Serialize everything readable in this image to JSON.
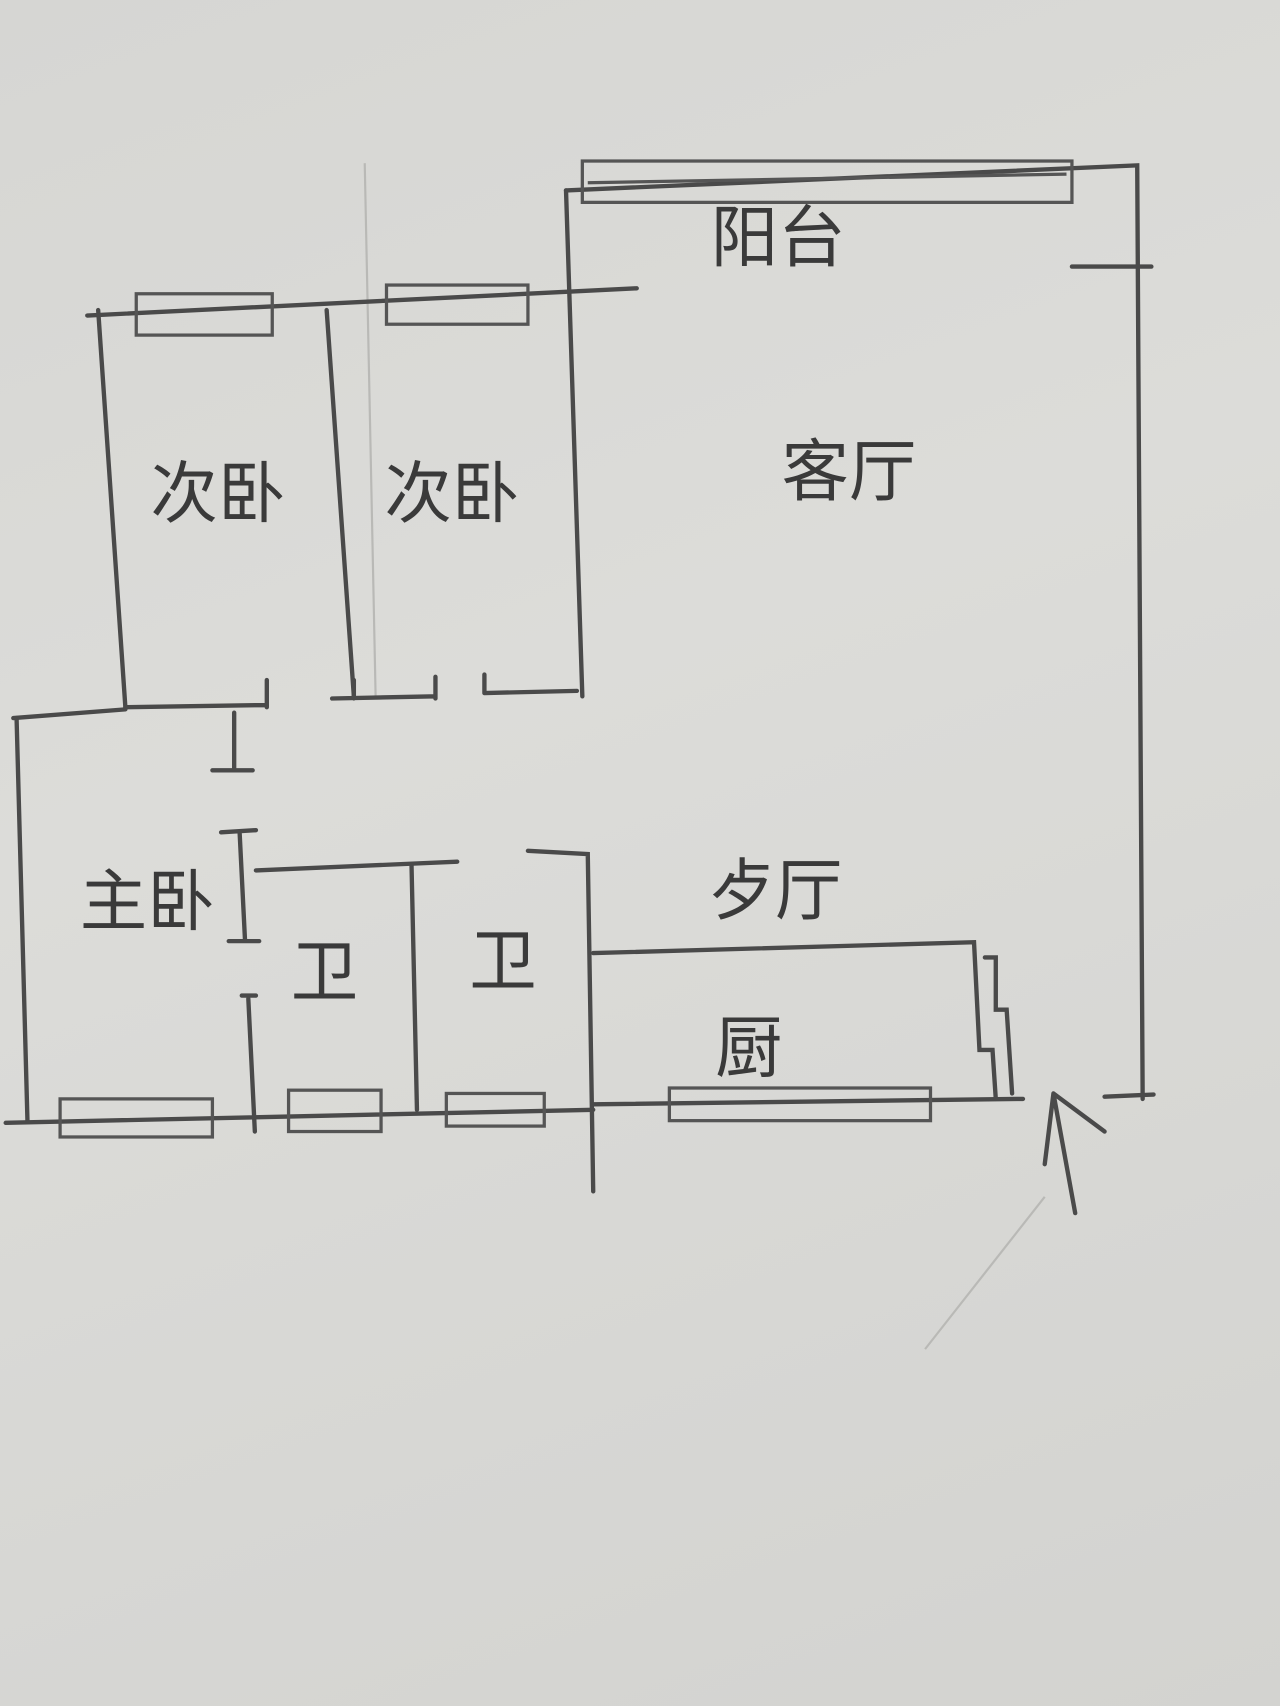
{
  "title": "Hand-drawn apartment floor plan",
  "rooms": {
    "balcony": "阳台",
    "living_room": "客厅",
    "second_bedroom_1": "次卧",
    "second_bedroom_2": "次卧",
    "master_bedroom": "主卧",
    "bathroom_1": "卫",
    "bathroom_2": "卫",
    "dining_room": "歺厅",
    "kitchen": "厨"
  },
  "colors": {
    "paper": "#d8d8d5",
    "pencil": "#4a4a4a"
  }
}
